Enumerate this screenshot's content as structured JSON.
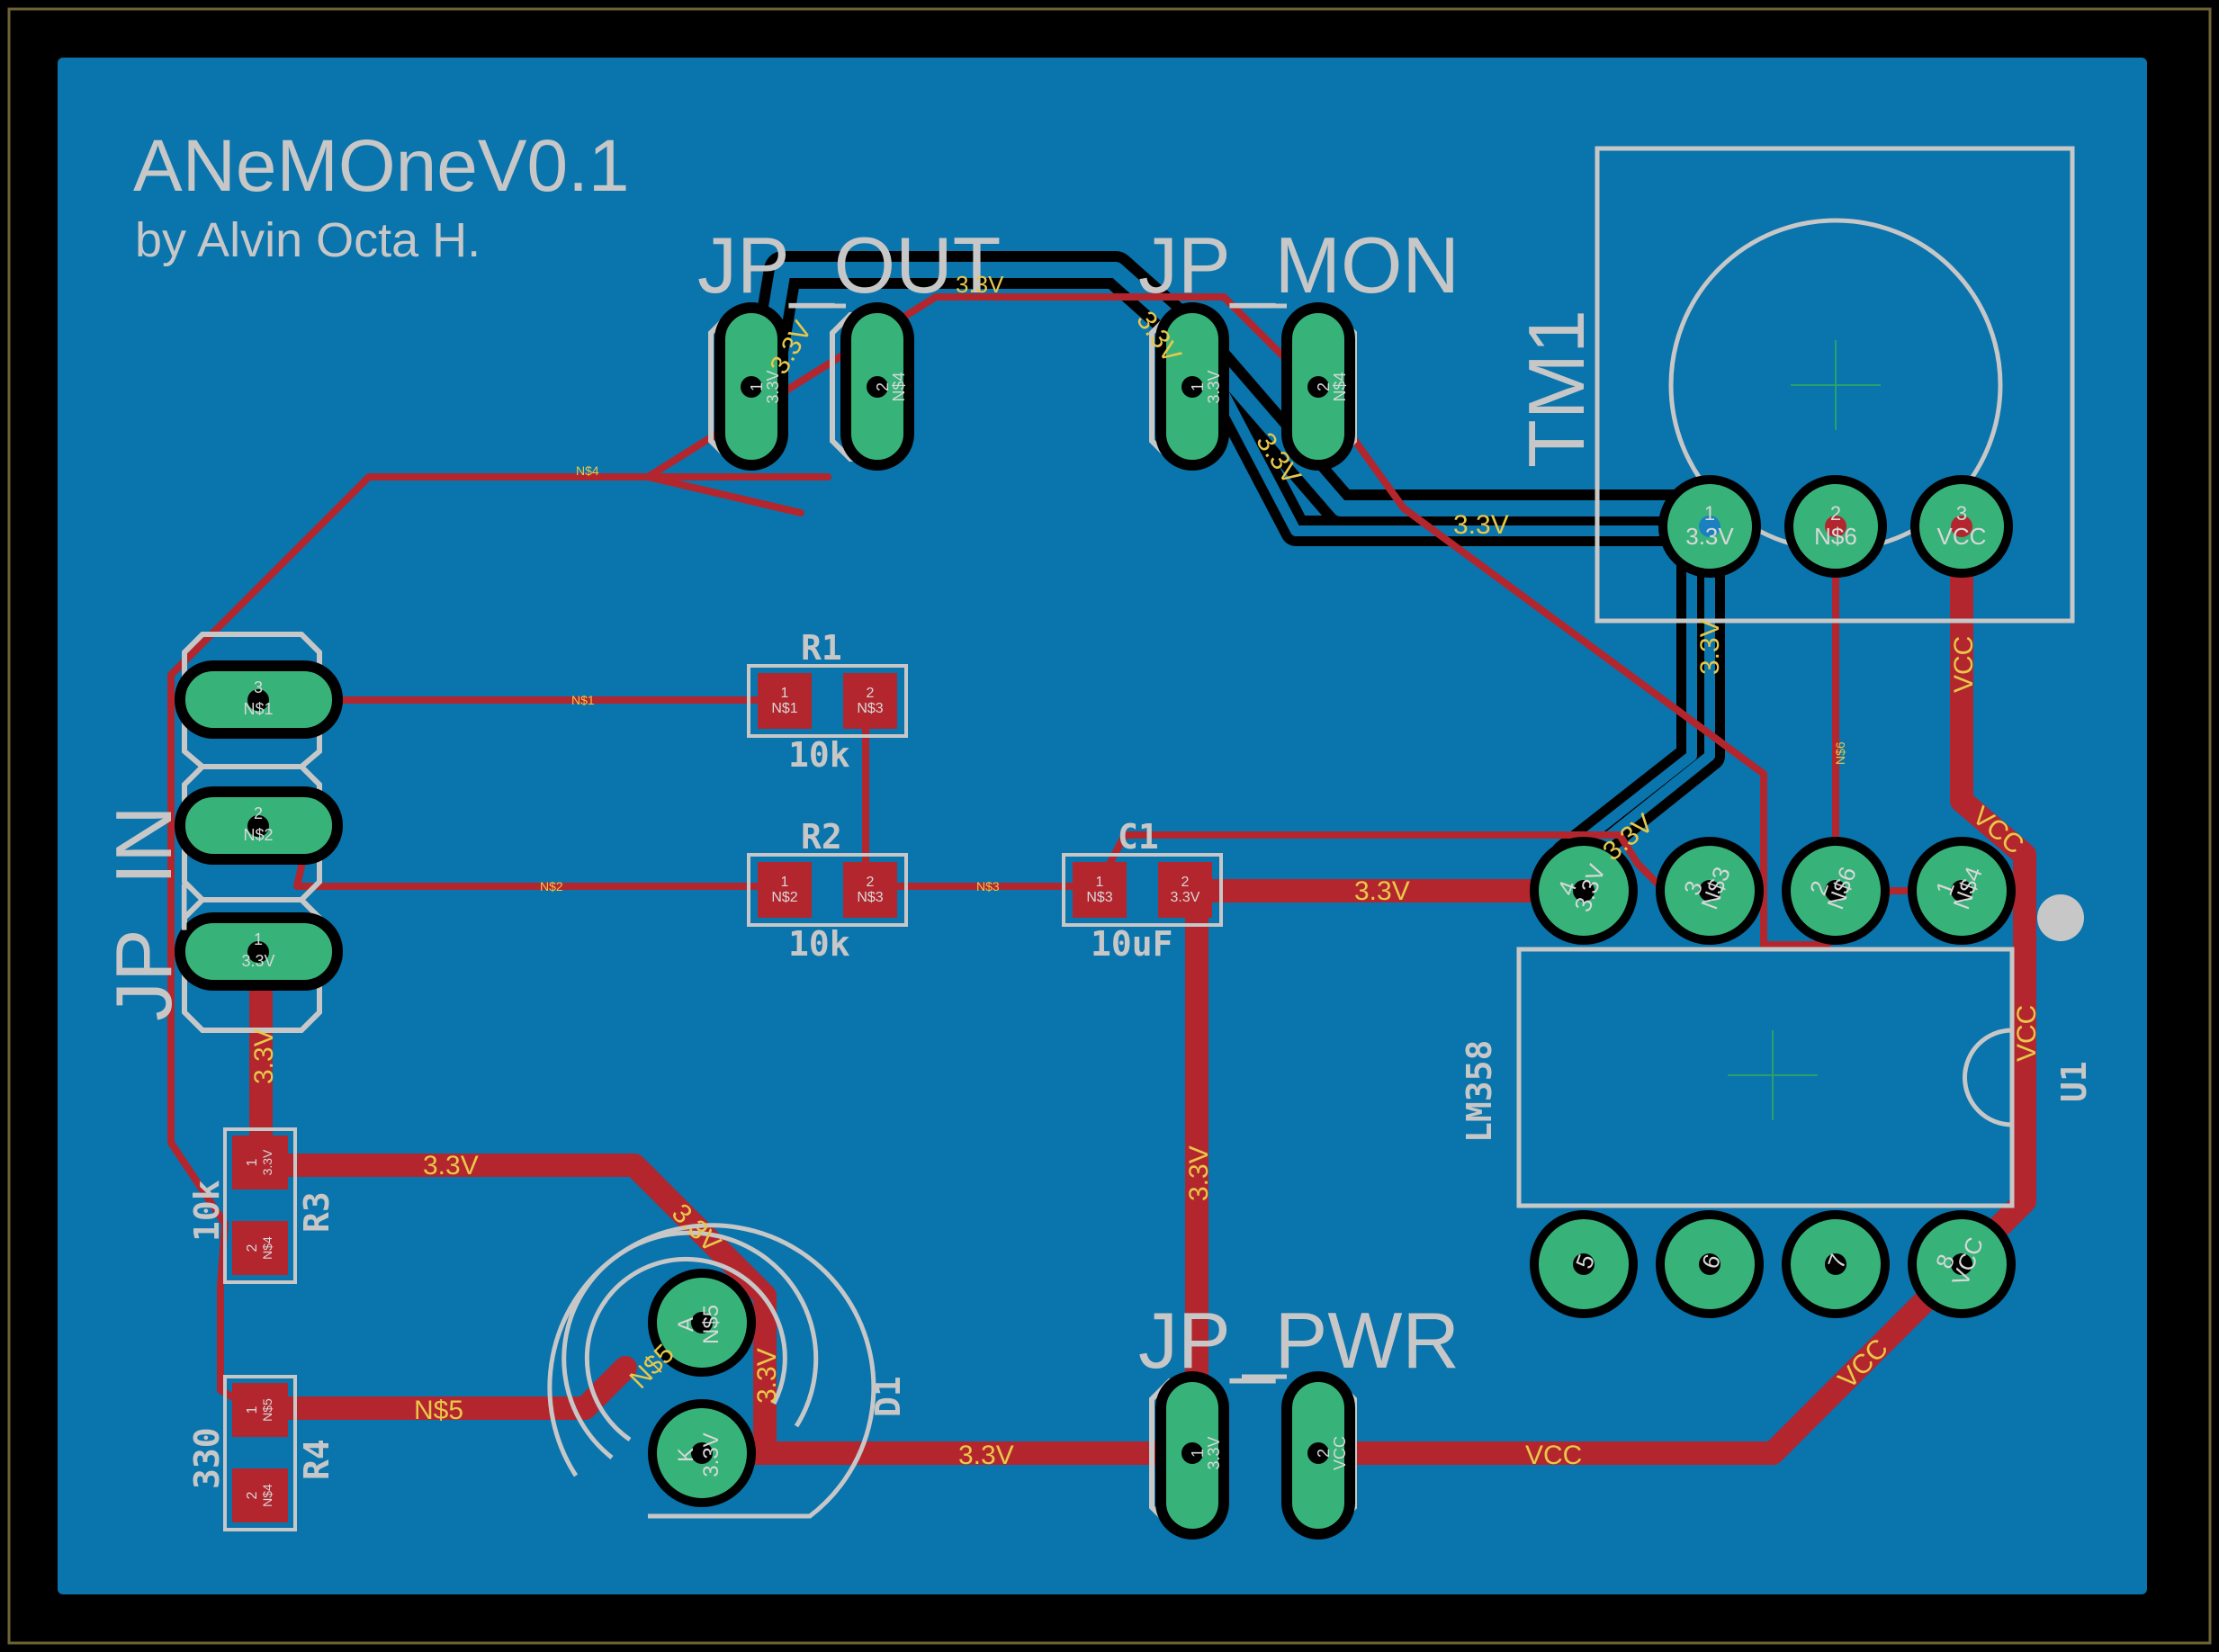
{
  "board": {
    "title": "ANeMOneV0.1",
    "author": "by Alvin Octa H."
  },
  "colors": {
    "background": "#000000",
    "copper_fill": "#0a74ad",
    "trace": "#b3262e",
    "pad": "#37b37a",
    "silk": "#c7c7c7",
    "via_hole": "#000000",
    "net_label": "#e8c84a"
  },
  "components": {
    "jp_out": {
      "name": "JP_OUT",
      "pin1": "1",
      "pin1_net": "3.3V",
      "pin2": "2",
      "pin2_net": "N$4"
    },
    "jp_mon": {
      "name": "JP_MON",
      "pin1": "1",
      "pin1_net": "3.3V",
      "pin2": "2",
      "pin2_net": "N$4"
    },
    "jp_in": {
      "name": "JP_IN",
      "pin3": "3",
      "pin3_net": "N$1",
      "pin2": "2",
      "pin2_net": "N$2",
      "pin1": "1",
      "pin1_net": "3.3V"
    },
    "jp_pwr": {
      "name": "JP_PWR",
      "pin1": "1",
      "pin1_net": "3.3V",
      "pin2": "2",
      "pin2_net": "VCC"
    },
    "tm1": {
      "name": "TM1",
      "pin1": "1",
      "pin1_net": "3.3V",
      "pin2": "2",
      "pin2_net": "N$6",
      "pin3": "3",
      "pin3_net": "VCC"
    },
    "r1": {
      "name": "R1",
      "value": "10k",
      "pin1": "1",
      "pin1_net": "N$1",
      "pin2": "2",
      "pin2_net": "N$3"
    },
    "r2": {
      "name": "R2",
      "value": "10k",
      "pin1": "1",
      "pin1_net": "N$2",
      "pin2": "2",
      "pin2_net": "N$3"
    },
    "r3": {
      "name": "R3",
      "value": "10k",
      "pin1": "1",
      "pin1_net": "3.3V",
      "pin2": "2",
      "pin2_net": "N$4"
    },
    "r4": {
      "name": "R4",
      "value": "330",
      "pin1": "1",
      "pin1_net": "N$5",
      "pin2": "2",
      "pin2_net": "N$4"
    },
    "c1": {
      "name": "C1",
      "value": "10uF",
      "pin1": "1",
      "pin1_net": "N$3",
      "pin2": "2",
      "pin2_net": "3.3V"
    },
    "d1": {
      "name": "D1",
      "anode": "A",
      "anode_net": "N$5",
      "cathode": "K",
      "cathode_net": "3.3V"
    },
    "u1": {
      "name": "U1",
      "value": "LM358",
      "pins": [
        {
          "num": "1",
          "net": "N$4"
        },
        {
          "num": "2",
          "net": "N$6"
        },
        {
          "num": "3",
          "net": "N$3"
        },
        {
          "num": "4",
          "net": "3.3V"
        },
        {
          "num": "5",
          "net": ""
        },
        {
          "num": "6",
          "net": ""
        },
        {
          "num": "7",
          "net": ""
        },
        {
          "num": "8",
          "net": "VCC"
        }
      ]
    }
  },
  "trace_labels": {
    "t_33_r3": "3.3V",
    "t_33_diag": "3.3V",
    "t_33_jpin": "3.3V",
    "t_33_bottom": "3.3V",
    "t_33_c1v": "3.3V",
    "t_33_c1h": "3.3V",
    "t_vcc_bottom": "VCC",
    "t_vcc_diag": "VCC",
    "t_vcc_u1": "VCC",
    "t_vcc_tm1": "VCC",
    "t_vcc_tm1b": "VCC",
    "t_n5": "N$5",
    "t_n5_led": "N$5",
    "t_33_led": "3.3V",
    "t_33_tm1": "3.3V",
    "t_33_tm1v": "3.3V",
    "t_33_u1": "3.3V",
    "t_33_mon": "3.3V",
    "t_33_mon2": "3.3V",
    "t_33_out": "3.3V",
    "t_33_top": "3.3V",
    "t_n4": "N$4",
    "t_n1": "N$1",
    "t_n2": "N$2",
    "t_n3": "N$3",
    "t_n6": "N$6"
  }
}
